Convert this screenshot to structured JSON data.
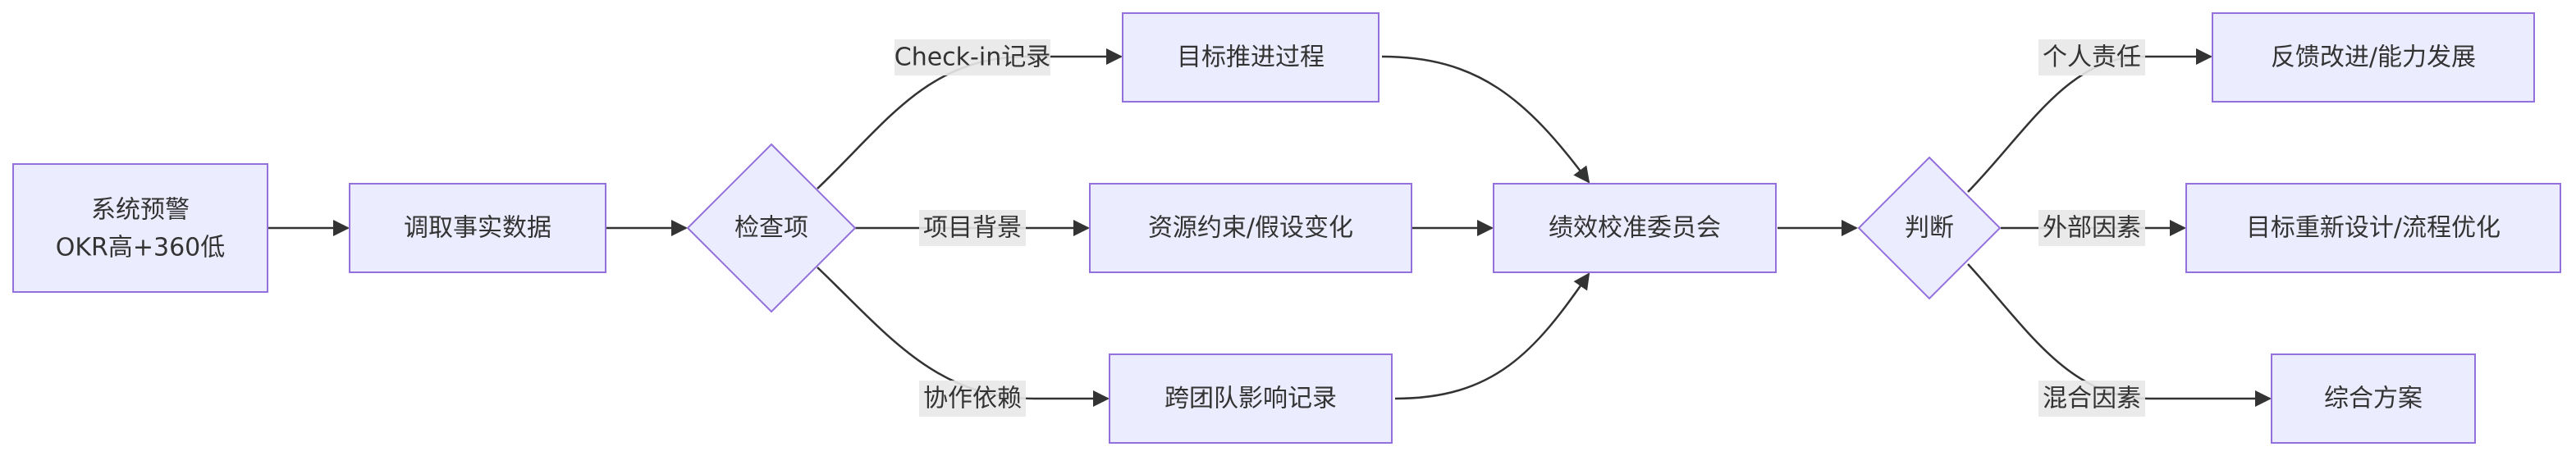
{
  "nodes": {
    "alert_line1": "系统预警",
    "alert_line2": "OKR高+360低",
    "fetch": "调取事实数据",
    "check": "检查项",
    "process": "目标推进过程",
    "resource": "资源约束/假设变化",
    "cross": "跨团队影响记录",
    "committee": "绩效校准委员会",
    "judge": "判断",
    "feedback": "反馈改进/能力发展",
    "redesign": "目标重新设计/流程优化",
    "combined": "综合方案"
  },
  "edge_labels": {
    "checkin": "Check-in记录",
    "background": "项目背景",
    "collab": "协作依赖",
    "personal": "个人责任",
    "external": "外部因素",
    "mixed": "混合因素"
  }
}
